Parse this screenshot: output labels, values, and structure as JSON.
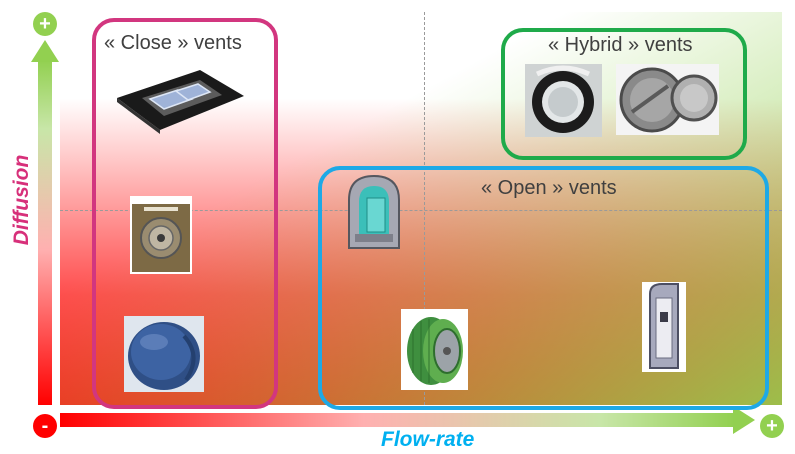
{
  "axes": {
    "y_title": "Diffusion",
    "x_title": "Flow-rate",
    "plus_sign": "+",
    "minus_sign": "-"
  },
  "groups": {
    "close": {
      "label": "« Close » vents"
    },
    "hybrid": {
      "label": "« Hybrid » vents"
    },
    "open": {
      "label": "« Open » vents"
    }
  },
  "colors": {
    "close_border": "#d2367f",
    "hybrid_border": "#1faa4a",
    "open_border": "#1ea9e6",
    "diffusion_title": "#d7307a",
    "flowrate_title": "#00b0f0",
    "positive": "#92d050",
    "negative": "#ff0000"
  }
}
